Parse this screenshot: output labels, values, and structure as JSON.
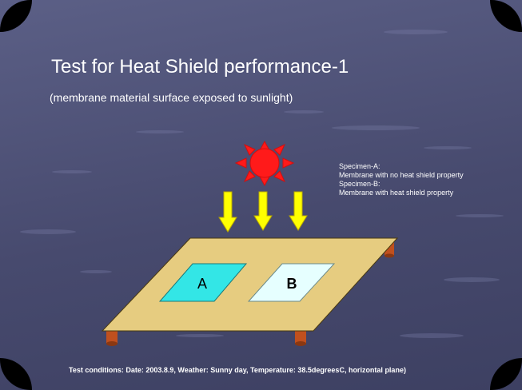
{
  "slide": {
    "title": "Test for Heat Shield performance-1",
    "subtitle": "(membrane material surface exposed to sunlight)",
    "specimen_notes": [
      "Specimen-A:",
      "Membrane with no heat shield property",
      "Specimen-B:",
      "Membrane with heat shield property"
    ],
    "footer": "Test conditions: Date: 2003.8.9, Weather: Sunny day, Temperature:  38.5degreesC,  horizontal plane)"
  },
  "diagram": {
    "specimen_a_label": "A",
    "specimen_b_label": "B"
  },
  "colors": {
    "background": "#4b4e72",
    "sun_fill": "#ff1a1a",
    "arrow_fill": "#ffff00",
    "board_fill": "#e6cc80",
    "leg_fill": "#c0501e",
    "specimen_a_fill": "#33e6e6",
    "specimen_b_fill": "#e6ffff"
  }
}
